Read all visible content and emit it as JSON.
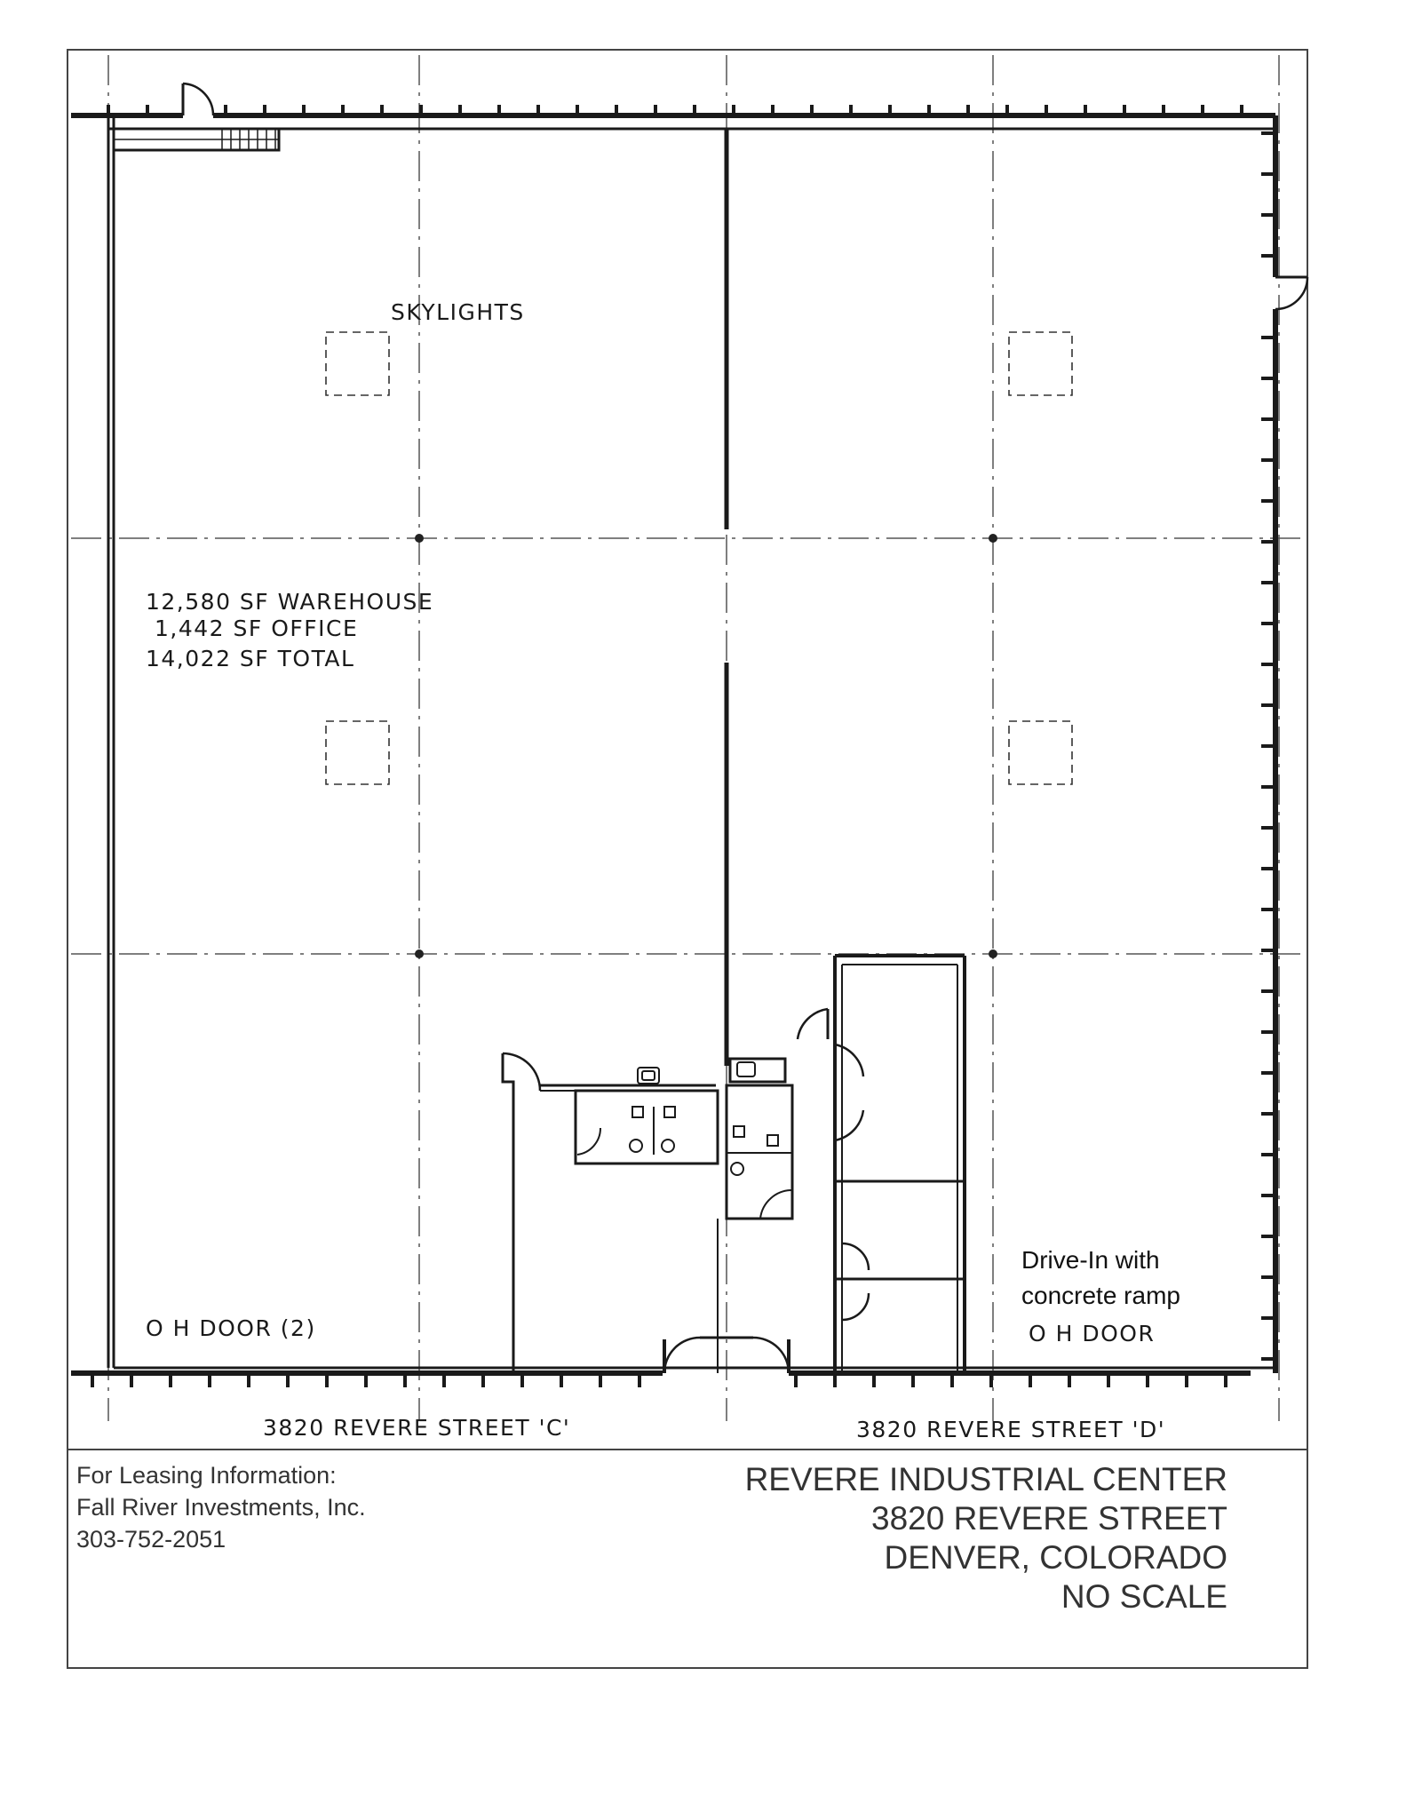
{
  "labels": {
    "skylights": "SKYLIGHTS",
    "area_warehouse": "12,580 SF WAREHOUSE",
    "area_office": "1,442 SF OFFICE",
    "area_total": "14,022 SF TOTAL",
    "oh_door_left": "O H DOOR (2)",
    "drive_in_line1": "Drive-In with",
    "drive_in_line2": "concrete ramp",
    "oh_door_right": "O H DOOR",
    "street_c": "3820 REVERE STREET 'C'",
    "street_d": "3820 REVERE STREET 'D'"
  },
  "leasing": {
    "line1": "For Leasing Information:",
    "line2": "Fall River Investments, Inc.",
    "phone": "303-752-2051"
  },
  "title_block": {
    "line1": "REVERE INDUSTRIAL CENTER",
    "line2": "3820 REVERE STREET",
    "line3": "DENVER, COLORADO",
    "line4": "NO SCALE"
  }
}
